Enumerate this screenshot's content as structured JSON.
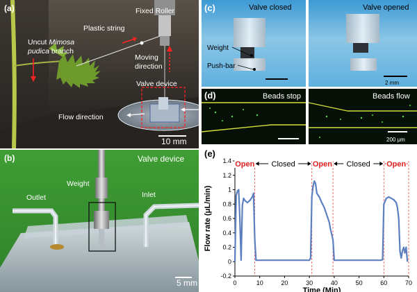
{
  "panels": {
    "a": {
      "letter": "(a)",
      "labels": {
        "fixed_roller": "Fixed Roller",
        "plastic_string": "Plastic string",
        "uncut_line1": "Uncut ",
        "uncut_italic": "Mimosa",
        "uncut_line2a": "pudica",
        "uncut_line2b": " branch",
        "moving_direction_line1": "Moving",
        "moving_direction_line2": "direction",
        "valve_device": "Valve device",
        "flow_direction": "Flow direction",
        "scale": "10 mm"
      }
    },
    "b": {
      "letter": "(b)",
      "labels": {
        "title": "Valve device",
        "weight": "Weight",
        "outlet": "Outlet",
        "inlet": "Inlet",
        "scale": "5 mm"
      }
    },
    "c": {
      "letter": "(c)",
      "labels": {
        "closed": "Valve closed",
        "opened": "Valve opened",
        "weight": "Weight",
        "push_bar": "Push-bar",
        "scale": "2 mm"
      }
    },
    "d": {
      "letter": "(d)",
      "labels": {
        "stop": "Beads stop",
        "flow": "Beads flow",
        "scale": "200 μm"
      }
    },
    "e": {
      "letter": "(e)",
      "states": [
        "Open",
        "Closed",
        "Open",
        "Closed",
        "Open"
      ]
    }
  },
  "colors": {
    "curve": "#5b7fbf",
    "open_label": "#e02020",
    "closed_label": "#000000",
    "dashed_boundary": "#e05050",
    "green_bg": "#3aa63a"
  },
  "chart_data": {
    "type": "line",
    "title": "",
    "xlabel": "Time (Min)",
    "ylabel": "Flow rate (μL/min)",
    "xlim": [
      0,
      70
    ],
    "ylim": [
      -0.2,
      1.4
    ],
    "xticks": [
      0,
      10,
      20,
      30,
      40,
      50,
      60,
      70
    ],
    "yticks": [
      -0.2,
      0,
      0.2,
      0.4,
      0.6,
      0.8,
      1.0,
      1.2,
      1.4
    ],
    "ytick_labels": [
      "-0.2",
      "0",
      "0.2",
      "0.4",
      "0.6",
      "0.8",
      "1",
      "1.2",
      "1.4"
    ],
    "grid": false,
    "boundaries": [
      8,
      31,
      39.5,
      60,
      70
    ],
    "series": [
      {
        "x": [
          0,
          0.5,
          1,
          1.5,
          2,
          2.5,
          3,
          3.5,
          4,
          5,
          6,
          7,
          7.5,
          8,
          8.5,
          10,
          20,
          30,
          30.5,
          31,
          31.5,
          32,
          32.5,
          33,
          34,
          35,
          36,
          37,
          38,
          38.5,
          39,
          39.5,
          40,
          50,
          59,
          59.5,
          60,
          61,
          62,
          63,
          64,
          65,
          65.5,
          66,
          66.5,
          67,
          67.5,
          68,
          68.5,
          69,
          69.5
        ],
        "y": [
          0,
          0.92,
          0.98,
          1.0,
          0.6,
          0.02,
          0.78,
          0.88,
          0.85,
          0.82,
          0.85,
          0.9,
          0.95,
          0.3,
          0.02,
          0.02,
          0.02,
          0.02,
          0.05,
          0.9,
          1.05,
          1.12,
          1.08,
          0.95,
          0.9,
          0.82,
          0.75,
          0.65,
          0.55,
          0.45,
          0.38,
          0.3,
          0.02,
          0.02,
          0.02,
          0.03,
          0.8,
          0.88,
          0.9,
          0.88,
          0.86,
          0.82,
          0.75,
          0.6,
          0.15,
          0.05,
          0.15,
          0.2,
          0.12,
          0.2,
          0.0
        ]
      }
    ]
  }
}
